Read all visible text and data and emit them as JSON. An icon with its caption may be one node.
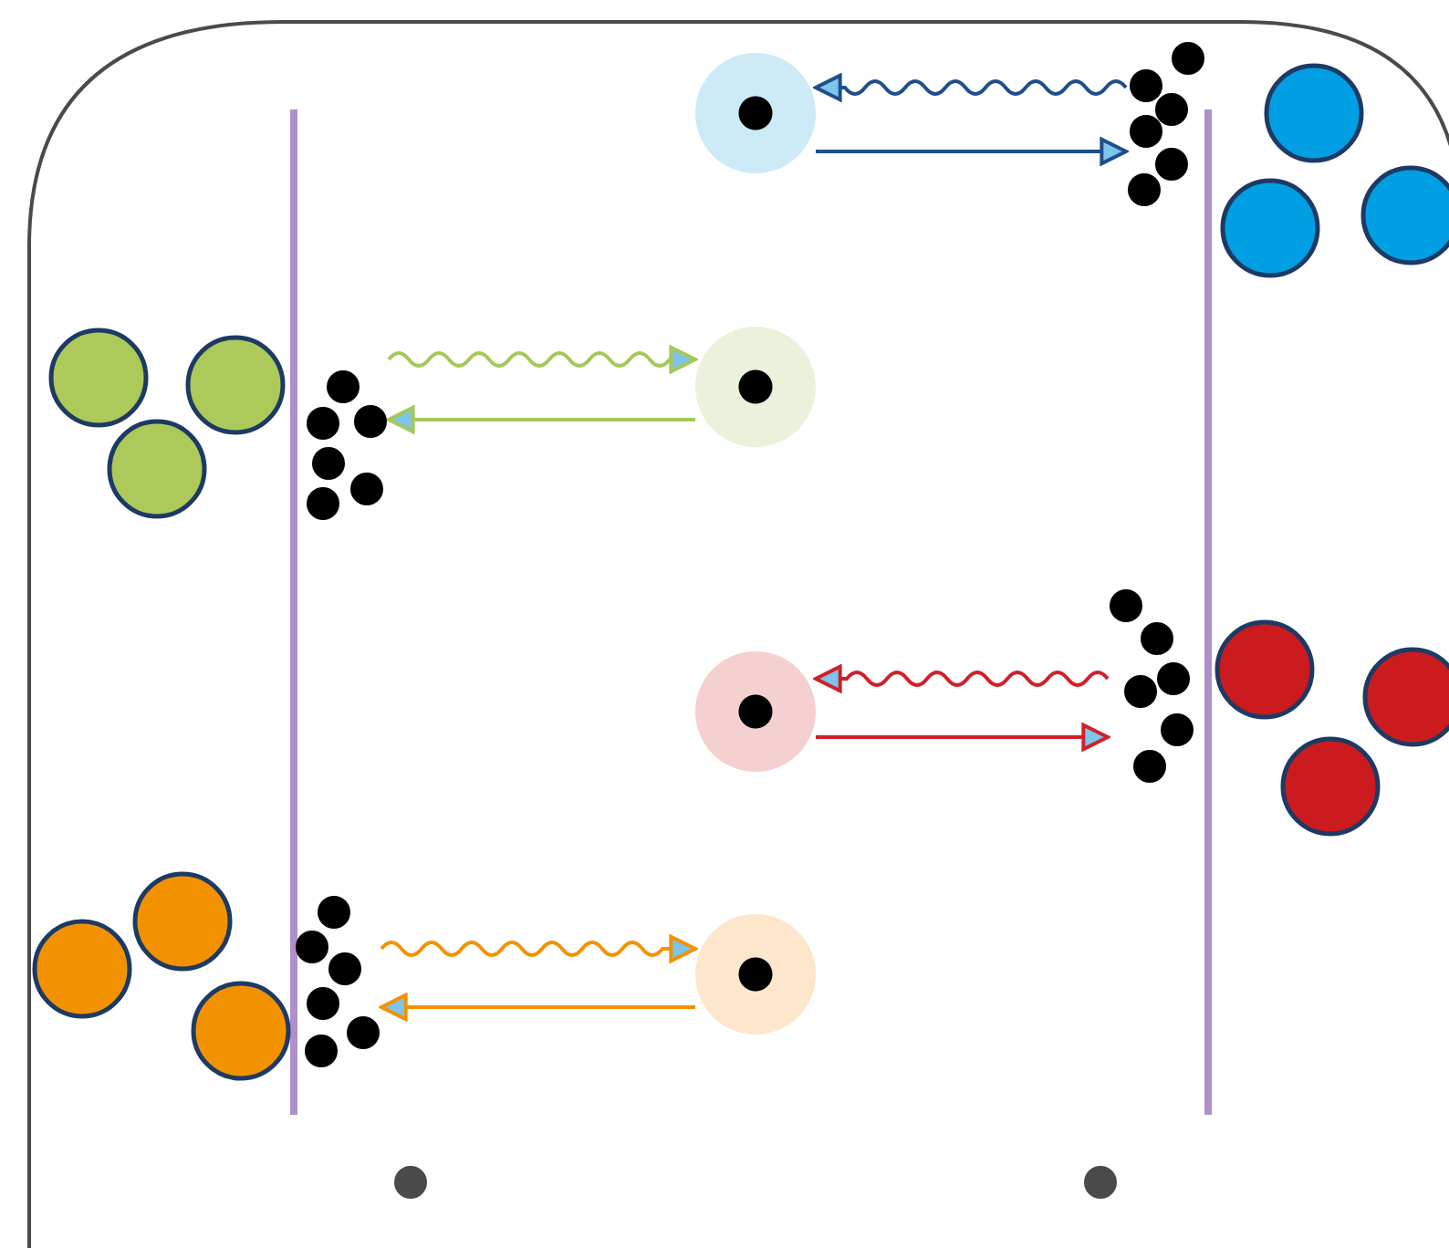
{
  "diagram": {
    "nodes": [
      {
        "text": [],
        "shape": "circle"
      },
      {
        "text": [],
        "shape": "dots"
      },
      {
        "text": [],
        "shape": "circle"
      },
      {
        "text": [],
        "shape": "dots"
      },
      {
        "text": [],
        "shape": "circle"
      },
      {
        "text": [],
        "shape": "dots"
      },
      {
        "text": [],
        "shape": "circle"
      },
      {
        "text": [],
        "shape": "dots"
      }
    ],
    "edges": [
      {
        "from": 1,
        "to": 0,
        "arrow": "to",
        "color": "#1d4f8a"
      },
      {
        "from": 0,
        "to": 1,
        "arrow": "to",
        "color": "#1d4f8a"
      },
      {
        "from": 3,
        "to": 2,
        "arrow": "to",
        "color": "#a4c95a"
      },
      {
        "from": 2,
        "to": 3,
        "arrow": "to",
        "color": "#a4c95a"
      },
      {
        "from": 5,
        "to": 4,
        "arrow": "to",
        "color": "#d0202a"
      },
      {
        "from": 4,
        "to": 5,
        "arrow": "to",
        "color": "#d0202a"
      },
      {
        "from": 7,
        "to": 6,
        "arrow": "to",
        "color": "#f39200"
      },
      {
        "from": 6,
        "to": 7,
        "arrow": "to",
        "color": "#f39200"
      }
    ]
  }
}
